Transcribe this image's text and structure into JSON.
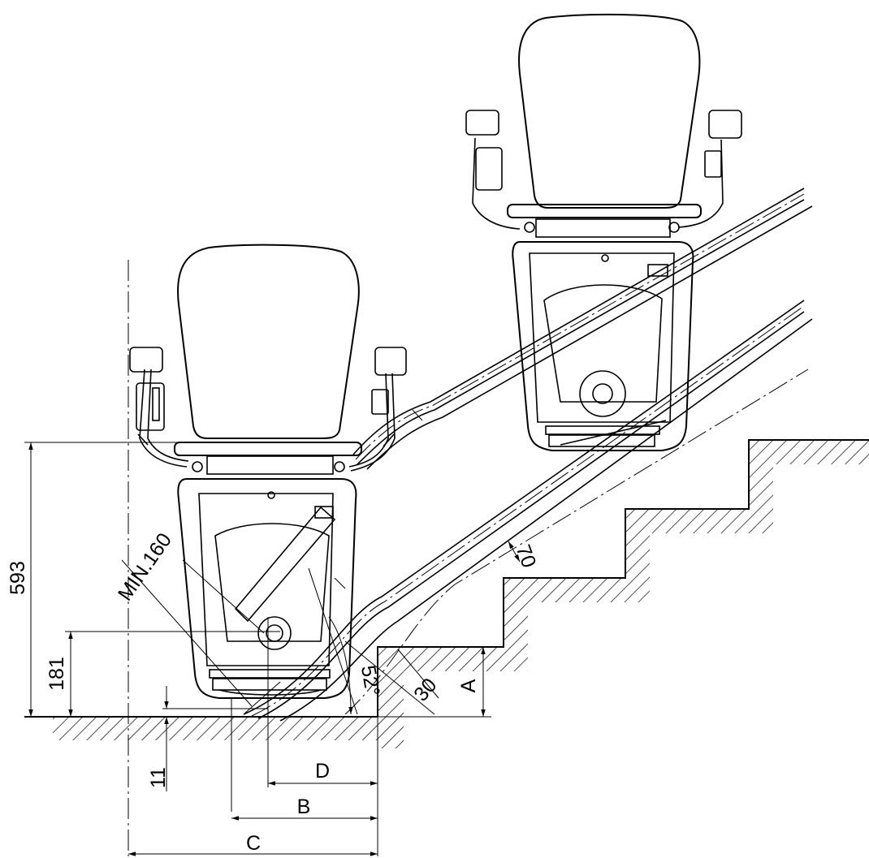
{
  "labels": {
    "dim_593": "593",
    "dim_181": "181",
    "dim_11": "11",
    "dim_min160": "MIN.160",
    "dim_52": "52°",
    "dim_30": "30",
    "dim_70": "70",
    "dim_A": "A",
    "dim_B": "B",
    "dim_C": "C",
    "dim_D": "D"
  }
}
